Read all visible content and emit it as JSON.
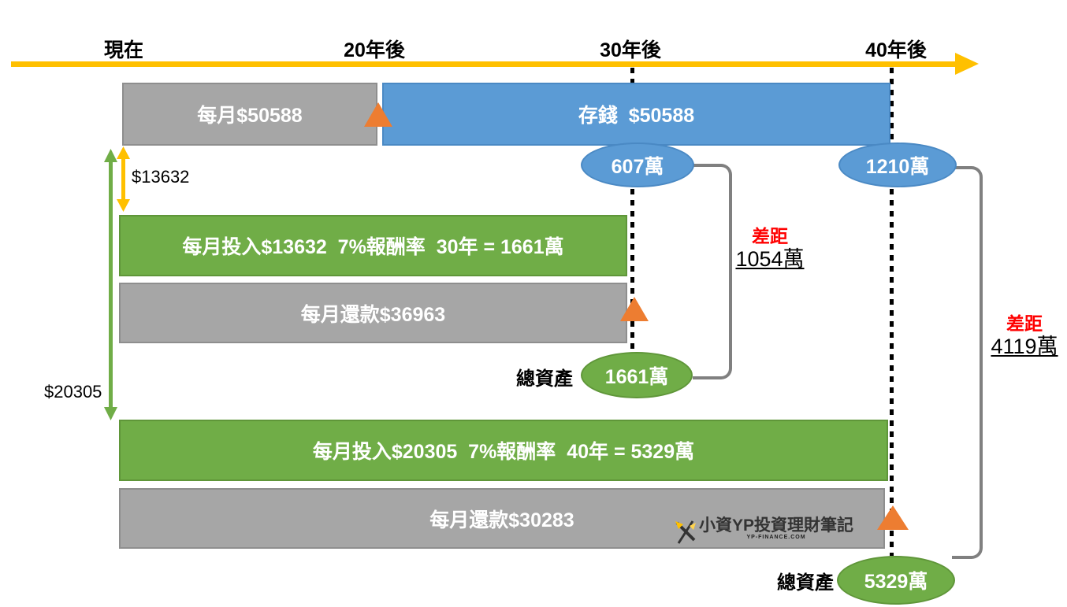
{
  "timeline": {
    "labels": [
      "現在",
      "20年後",
      "30年後",
      "40年後"
    ]
  },
  "bars": [
    {
      "id": "monthly-payment-gray",
      "label": "每月$50588"
    },
    {
      "id": "saving-blue",
      "label": "存錢  $50588"
    },
    {
      "id": "invest-30y-green",
      "label": "每月投入$13632  7%報酬率  30年 = 1661萬"
    },
    {
      "id": "repay-30y-gray",
      "label": "每月還款$36963"
    },
    {
      "id": "invest-40y-green",
      "label": "每月投入$20305  7%報酬率  40年 = 5329萬"
    },
    {
      "id": "repay-40y-gray",
      "label": "每月還款$30283"
    }
  ],
  "ellipses": [
    {
      "id": "saving-30y",
      "label": "607萬"
    },
    {
      "id": "saving-40y",
      "label": "1210萬"
    },
    {
      "id": "assets-30y",
      "label": "1661萬"
    },
    {
      "id": "assets-40y",
      "label": "5329萬"
    }
  ],
  "amounts": {
    "invest_monthly_30y": "$13632",
    "invest_monthly_40y": "$20305"
  },
  "totals": {
    "label_30y": "總資產",
    "label_40y": "總資產"
  },
  "gaps": [
    {
      "title": "差距",
      "value": "1054萬"
    },
    {
      "title": "差距",
      "value": "4119萬"
    }
  ],
  "watermark": {
    "brand": "小資YP投資理財筆記",
    "site": "YP-FINANCE.COM"
  },
  "colors": {
    "bar_gray": "#A6A6A6",
    "bar_blue": "#5B9BD5",
    "bar_green": "#70AD47",
    "triangle_orange": "#ED7D31",
    "timeline_yellow": "#FFC000",
    "gap_red": "#FF0000",
    "bracket_gray": "#808080"
  }
}
